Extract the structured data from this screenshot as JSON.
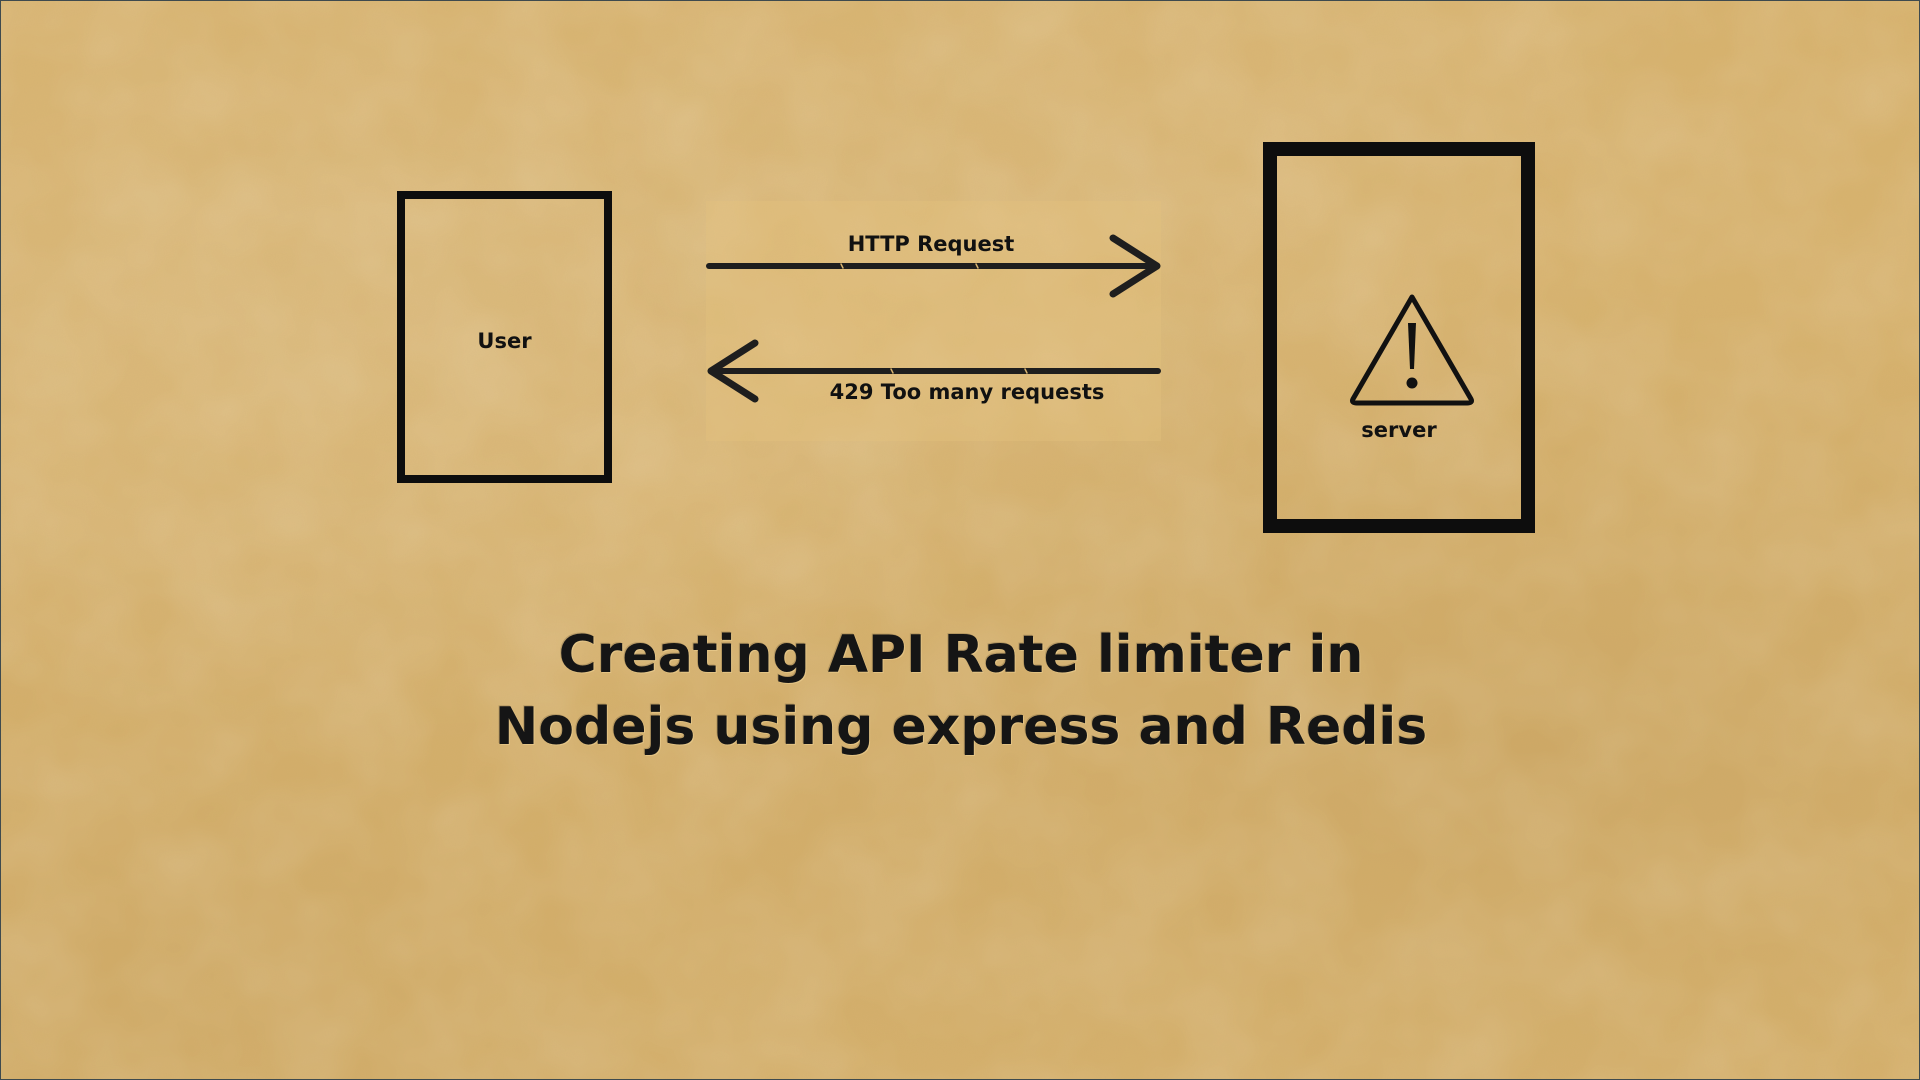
{
  "diagram": {
    "user_label": "User",
    "server_label": "server",
    "request_label": "HTTP Request",
    "response_label": "429 Too many requests",
    "warning_icon": "warning-triangle-icon"
  },
  "title": {
    "line1": "Creating API Rate limiter in",
    "line2": "Nodejs using express and Redis"
  },
  "colors": {
    "background": "#d8b36f",
    "stroke": "#0d0d0d",
    "arrow": "#1e1e1e"
  }
}
